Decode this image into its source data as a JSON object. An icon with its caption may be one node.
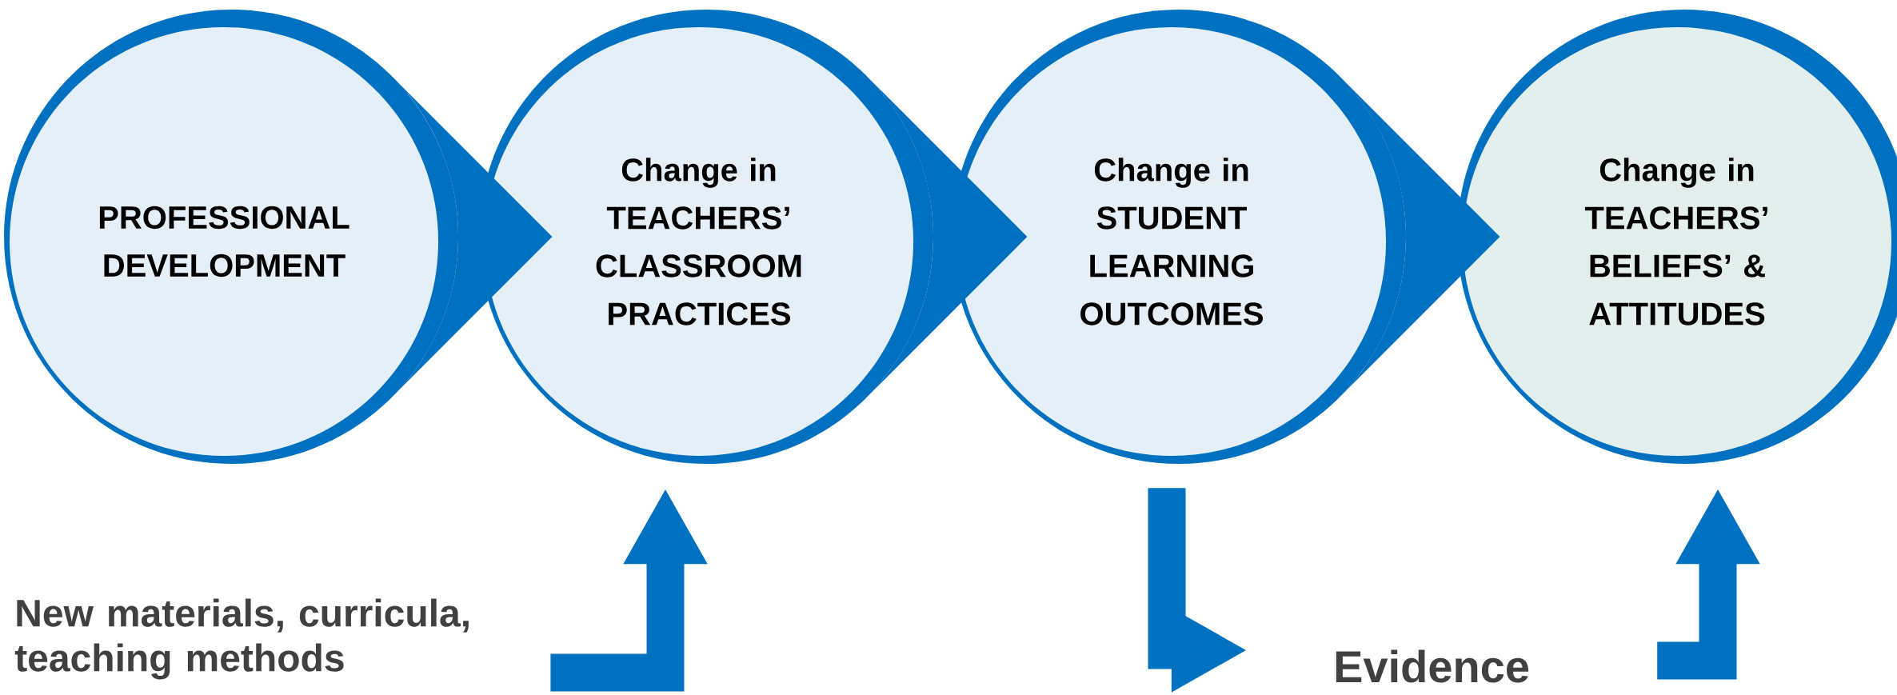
{
  "diagram": {
    "nodes": [
      {
        "text": [
          "PROFESSIONAL DEVELOPMENT"
        ]
      },
      {
        "text": [
          "Change in TEACHERS’ CLASSROOM PRACTICES"
        ]
      },
      {
        "text": [
          "Change in STUDENT LEARNING OUTCOMES"
        ]
      },
      {
        "text": [
          "Change in TEACHERS’ BELIEFS’ & ATTITUDES"
        ]
      },
      {
        "text": [
          "New materials, curricula, teaching methods"
        ]
      },
      {
        "text": [
          "Evidence"
        ]
      }
    ],
    "edges": [
      {
        "from": 0,
        "to": 1,
        "arrow": "to"
      },
      {
        "from": 1,
        "to": 2,
        "arrow": "to"
      },
      {
        "from": 2,
        "to": 3,
        "arrow": "to"
      },
      {
        "from": 4,
        "to": 1,
        "arrow": "to"
      },
      {
        "from": 2,
        "to": 5,
        "arrow": "to"
      },
      {
        "from": 5,
        "to": 3,
        "arrow": "to"
      }
    ]
  }
}
